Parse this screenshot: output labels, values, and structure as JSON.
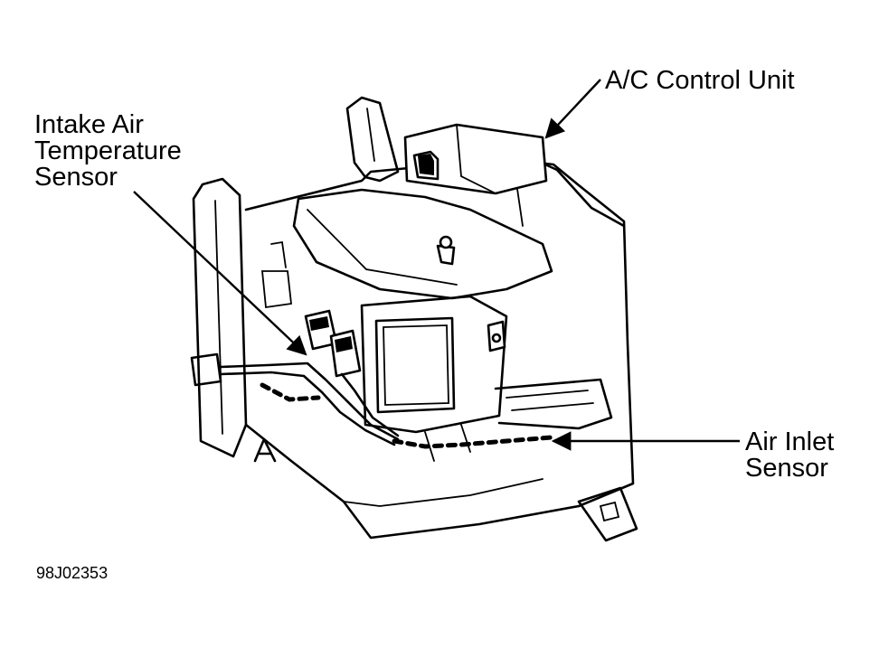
{
  "labels": {
    "ac_control_unit": "A/C Control Unit",
    "intake_air_temperature_sensor": [
      "Intake Air",
      "Temperature",
      "Sensor"
    ],
    "air_inlet_sensor": [
      "Air Inlet",
      "Sensor"
    ]
  },
  "figure_id": "98J02353"
}
